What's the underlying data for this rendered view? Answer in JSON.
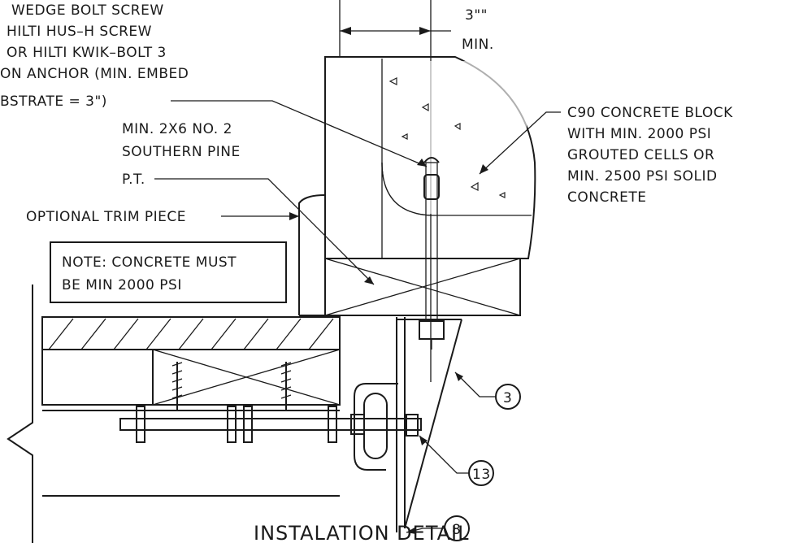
{
  "labels": {
    "anchor_note": [
      "WEDGE BOLT SCREW",
      "HILTI HUS–H SCREW",
      "OR HILTI KWIK–BOLT 3",
      "ON ANCHOR (MIN. EMBED",
      "BSTRATE = 3\")"
    ],
    "block_note": [
      "C90 CONCRETE BLOCK",
      "WITH MIN. 2000 PSI",
      "GROUTED CELLS OR",
      "MIN. 2500 PSI SOLID",
      "CONCRETE"
    ],
    "pine_note": [
      "MIN. 2X6 NO. 2",
      "SOUTHERN PINE",
      "P.T."
    ],
    "trim_note": "OPTIONAL TRIM PIECE",
    "concrete_note": [
      "NOTE: CONCRETE MUST",
      "BE MIN 2000 PSI"
    ],
    "dimension": "3\"\"",
    "dimension_min": "MIN.",
    "title": "INSTALATION DETAIL",
    "callouts": [
      "3",
      "13",
      "8"
    ]
  }
}
